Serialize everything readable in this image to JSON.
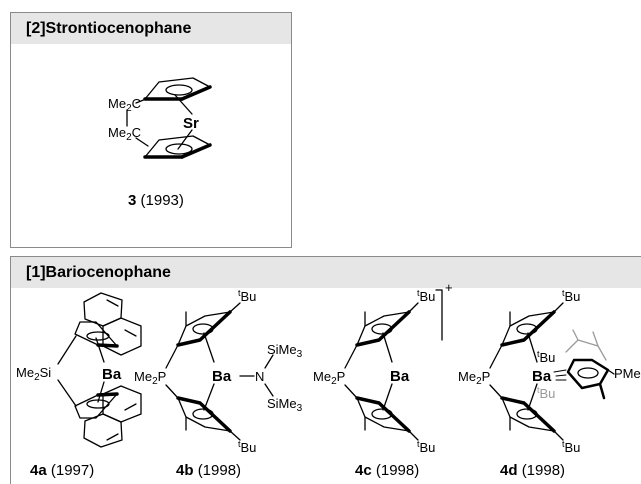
{
  "panels": {
    "strontium": {
      "title": "[2]Strontiocenophane"
    },
    "barium": {
      "title": "[1]Bariocenophane"
    }
  },
  "compounds": {
    "c3": {
      "label": "3",
      "year": "(1993)",
      "metal": "Sr",
      "bridge_top": "Me",
      "bridge_top_sub": "2",
      "bridge_top_c": "C",
      "bridge_bottom": "Me",
      "bridge_bottom_sub": "2",
      "bridge_bottom_c": "C"
    },
    "c4a": {
      "label": "4a",
      "year": "(1997)",
      "metal": "Ba",
      "bridge": "Me",
      "bridge_sub": "2",
      "bridge_atom": "Si"
    },
    "c4b": {
      "label": "4b",
      "year": "(1998)",
      "metal": "Ba",
      "bridge": "Me",
      "bridge_sub": "2",
      "bridge_atom": "P",
      "tbu_sup": "t",
      "tbu_text": "Bu",
      "amide_n": "N",
      "sime3_top": "SiMe",
      "sime3_top_sub": "3",
      "sime3_bottom": "SiMe",
      "sime3_bottom_sub": "3"
    },
    "c4c": {
      "label": "4c",
      "year": "(1998)",
      "metal": "Ba",
      "bridge": "Me",
      "bridge_sub": "2",
      "bridge_atom": "P",
      "tbu_sup": "t",
      "tbu_text": "Bu",
      "charge": "+"
    },
    "c4d": {
      "label": "4d",
      "year": "(1998)",
      "metal": "Ba",
      "bridge": "Me",
      "bridge_sub": "2",
      "bridge_atom": "P",
      "tbu_sup": "t",
      "tbu_text": "Bu",
      "pme": "PMe"
    }
  },
  "colors": {
    "line": "#000000",
    "grey_ligand": "#9a9a9a",
    "header_bg": "#e6e6e6",
    "border": "#8a8a8a"
  }
}
